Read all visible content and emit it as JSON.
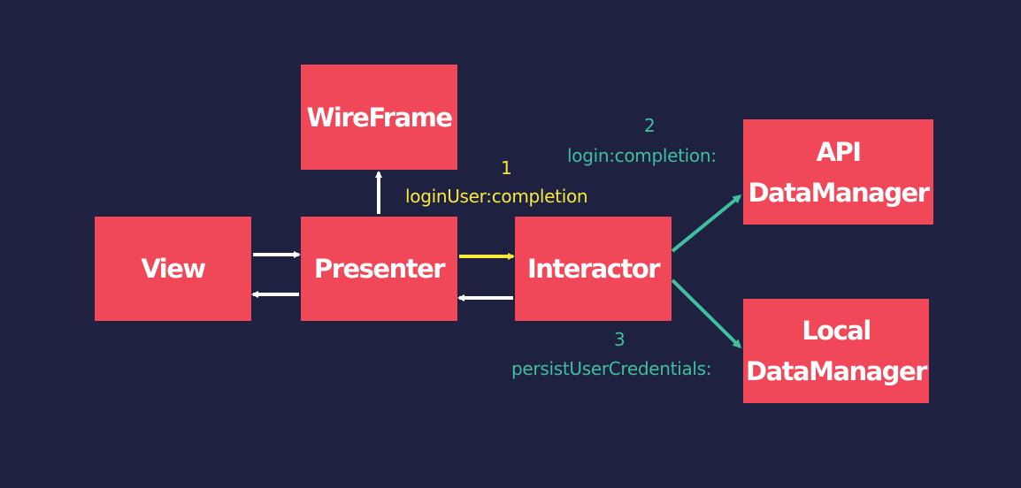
{
  "nodes": {
    "wireframe": "WireFrame",
    "view": "View",
    "presenter": "Presenter",
    "interactor": "Interactor",
    "api": [
      "API",
      "DataManager"
    ],
    "local": [
      "Local",
      "DataManager"
    ]
  },
  "labels": {
    "step1_number": "1",
    "step1_text": "loginUser:completion",
    "step2_number": "2",
    "step2_text": "login:completion:",
    "step3_number": "3",
    "step3_text": "persistUserCredentials:"
  },
  "colors": {
    "background": "#1f2140",
    "node_fill": "#f04759",
    "node_text": "#ffffff",
    "arrow_white": "#ffffff",
    "arrow_yellow": "#f7e93c",
    "arrow_teal": "#3fbf9f"
  }
}
